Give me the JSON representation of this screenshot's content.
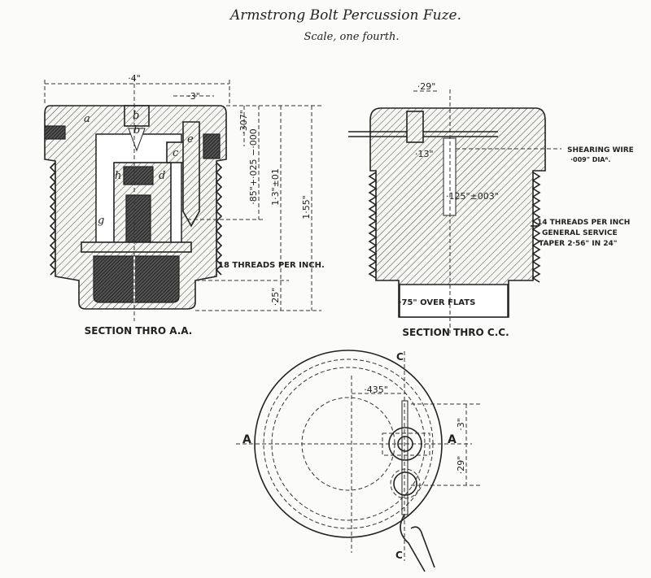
{
  "title": "Armstrong Bolt Percussion Fuze.",
  "subtitle": "Scale, one fourth.",
  "section_aa": {
    "caption": "SECTION THRO A.A.",
    "dims": {
      "width": "·4\"",
      "top": "·3\"",
      "d307": "·307\"",
      "d85": "·85\"+·025 −·000",
      "d13": "1·3\"±01",
      "d155": "1·55\"",
      "d25": "·25\""
    },
    "threads": "18 THREADS PER INCH.",
    "part_letters": [
      "a",
      "b",
      "b",
      "c",
      "d",
      "e",
      "g",
      "h"
    ]
  },
  "section_cc": {
    "caption": "SECTION THRO C.C.",
    "dims": {
      "d29": "·29\"",
      "d13": "·13\"",
      "d125": "·125\"±003\"",
      "flats": "·75\" OVER FLATS"
    },
    "shearing_wire": [
      "SHEARING WIRE",
      "·009\" DIAᴿ."
    ],
    "threads": [
      "14 THREADS PER INCH",
      "GENERAL SERVICE",
      "TAPER 2·56\" IN 24\""
    ]
  },
  "plan": {
    "labels": {
      "a_left": "A",
      "a_right": "A",
      "c_top": "C",
      "c_bottom": "C"
    },
    "dims": {
      "d435": "·435\"",
      "d3": "·3\"",
      "d29": "·29\""
    }
  }
}
